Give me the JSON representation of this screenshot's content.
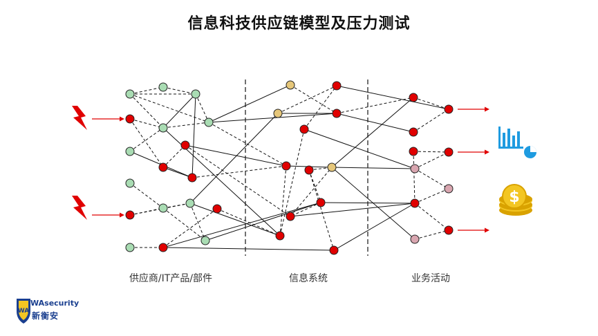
{
  "title": "信息科技供应链模型及压力测试",
  "sections": {
    "supplier": "供应商/IT产品/部件",
    "info_system": "信息系统",
    "business": "业务活动"
  },
  "logo": {
    "brand": "WAsecurity",
    "cn": "新衡安"
  },
  "colors": {
    "green": "#a9dcb3",
    "red": "#e00000",
    "tan": "#e6c77a",
    "pink": "#d9a6b0",
    "arrow": "#e00000",
    "lightning": "#e00000",
    "chart_icon": "#1e9be0",
    "coin": "#f3c623"
  }
}
